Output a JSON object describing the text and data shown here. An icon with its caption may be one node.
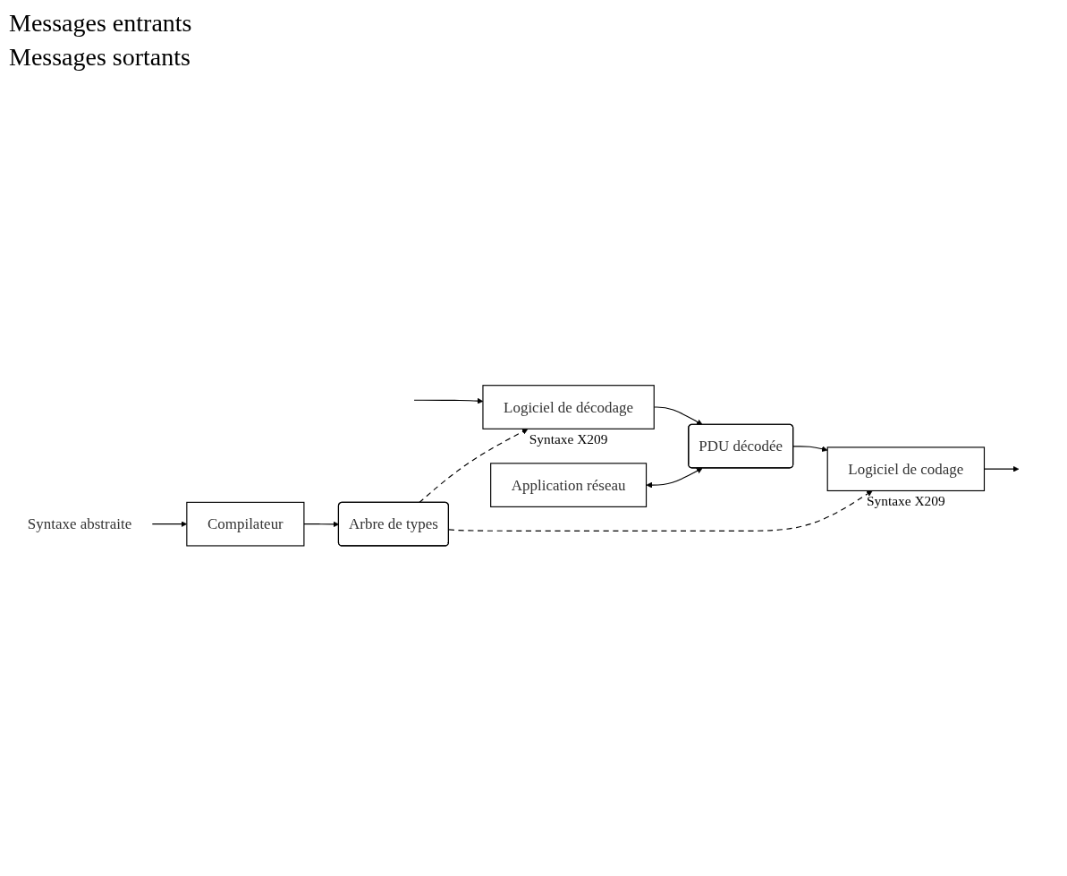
{
  "diagram": {
    "nodes": [
      {
        "text": [
          "Application réseau"
        ]
      },
      {
        "text": [
          "Logiciel de décodage"
        ],
        "beside": [
          "Syntaxe X209"
        ]
      },
      {
        "text": [
          "PDU décodée"
        ]
      },
      {
        "text": [
          "Logiciel de codage"
        ],
        "beside": [
          "Syntaxe X209"
        ]
      },
      {
        "text": [
          "Arbre de types"
        ]
      },
      {
        "text": [
          "Compilateur"
        ]
      },
      {
        "text": [
          "Syntaxe abstraite"
        ]
      }
    ],
    "edges": [
      {
        "from": null,
        "to": 1,
        "arrow": "to"
      },
      {
        "from": 1,
        "to": 2,
        "arrow": "to"
      },
      {
        "from": 2,
        "to": 3,
        "arrow": "to"
      },
      {
        "from": 0,
        "to": 2,
        "arrow": "both"
      },
      {
        "from": 3,
        "to": null,
        "arrow": "to"
      },
      {
        "from": 4,
        "to": 1,
        "arrow": "to",
        "style": "dashed"
      },
      {
        "from": 4,
        "to": 3,
        "arrow": "to",
        "style": "dashed"
      },
      {
        "from": 5,
        "to": 4,
        "arrow": "to"
      },
      {
        "from": 6,
        "to": 5,
        "arrow": "to"
      }
    ],
    "labels": [
      "Messages entrants",
      "Messages sortants"
    ]
  }
}
